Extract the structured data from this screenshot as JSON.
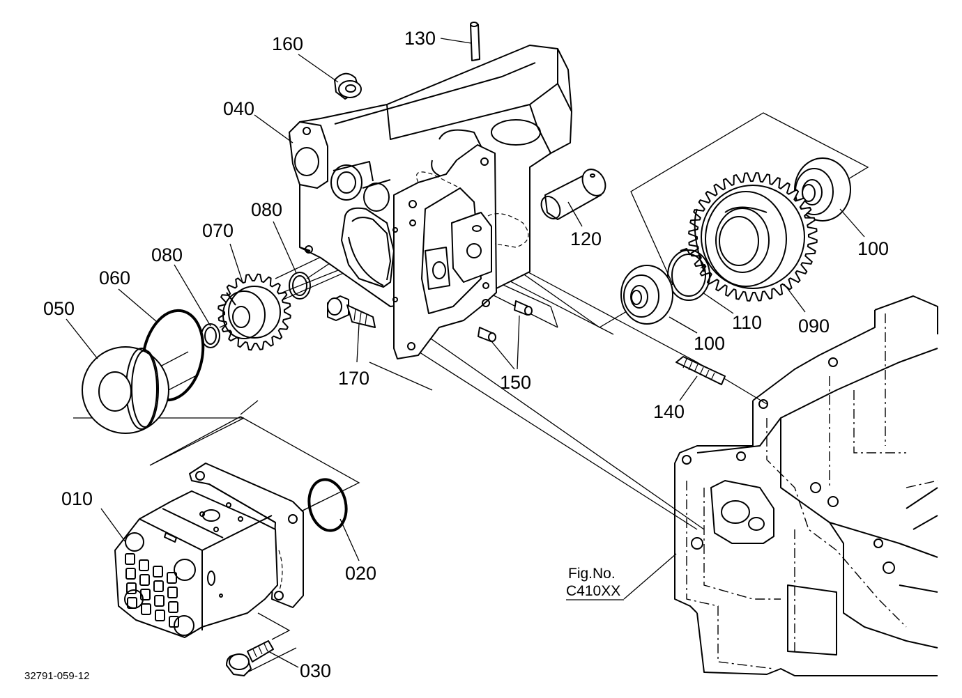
{
  "diagram_id": "32791-059-12",
  "figure_ref": {
    "line1": "Fig.No.",
    "line2": "C410XX"
  },
  "callouts": [
    "010",
    "020",
    "030",
    "040",
    "050",
    "060",
    "070",
    "080",
    "080",
    "090",
    "100",
    "100",
    "110",
    "120",
    "130",
    "140",
    "150",
    "160",
    "170"
  ]
}
